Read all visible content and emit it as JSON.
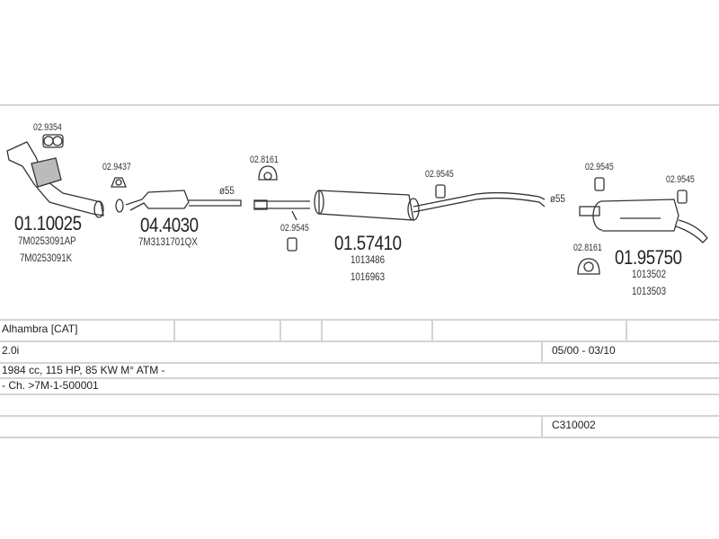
{
  "parts": [
    {
      "number": "01.10025",
      "refs": [
        "7M0253091AP",
        "7M0253091K"
      ]
    },
    {
      "number": "04.4030",
      "refs": [
        "7M3131701QX"
      ]
    },
    {
      "number": "01.57410",
      "refs": [
        "1013486",
        "1016963"
      ]
    },
    {
      "number": "01.95750",
      "refs": [
        "1013502",
        "1013503"
      ]
    }
  ],
  "clips": [
    "02.9354",
    "02.9437",
    "02.8161",
    "02.9545",
    "02.9545",
    "02.9545",
    "02.9545",
    "02.8161"
  ],
  "diameters": [
    "ø55",
    "ø55"
  ],
  "vehicle": {
    "model": "Alhambra  [CAT]",
    "engine": "2.0i",
    "years": "05/00 - 03/10",
    "specs": "1984 cc, 115 HP, 85 KW M° ATM -",
    "chassis": "- Ch. >7M-1-500001",
    "code": "C310002"
  }
}
